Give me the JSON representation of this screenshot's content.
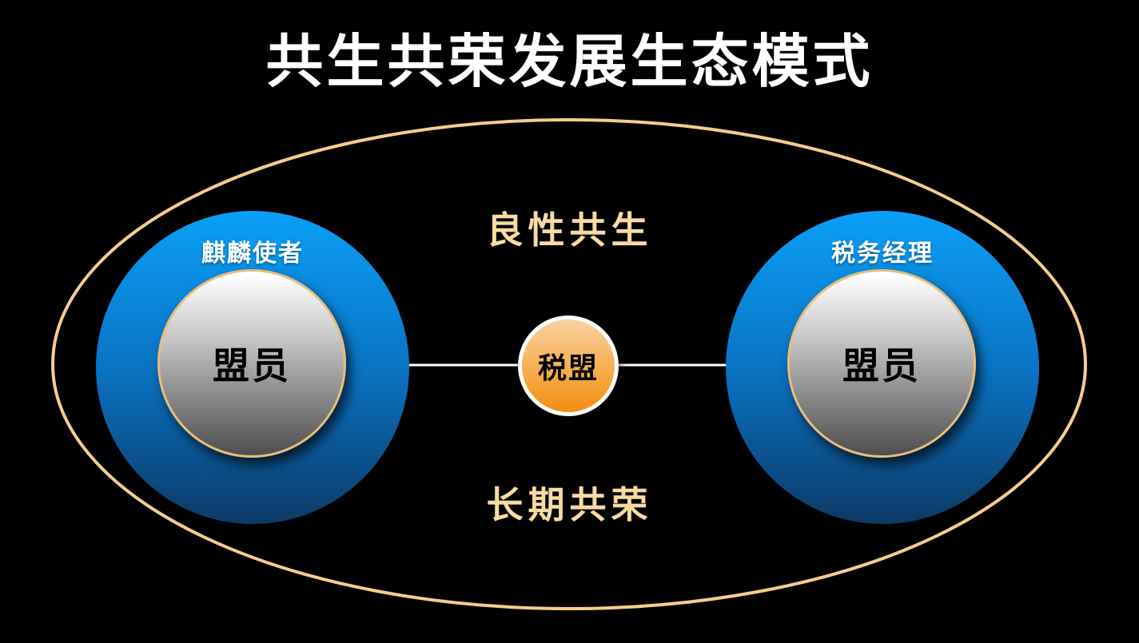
{
  "title": "共生共荣发展生态模式",
  "diagram": {
    "relationship_top": "良性共生",
    "relationship_bottom": "长期共荣",
    "center_node": {
      "label": "税盟"
    },
    "left_node": {
      "role": "麒麟使者",
      "inner": "盟员"
    },
    "right_node": {
      "role": "税务经理",
      "inner": "盟员"
    },
    "colors": {
      "background": "#000000",
      "ellipse_stroke": "#F6CD8F",
      "blue_gradient_top": "#0AA0F8",
      "blue_gradient_bottom": "#0C3A66",
      "inner_gradient_top": "#FFFFFF",
      "inner_gradient_bottom": "#4E4E4E",
      "inner_border": "#E7BE7C",
      "center_gradient_top": "#F8D2A0",
      "center_gradient_bottom": "#F28D10",
      "gold_text": "#F8DBA2",
      "connector": "#FFFFFF",
      "title_text": "#FFFFFF"
    }
  }
}
